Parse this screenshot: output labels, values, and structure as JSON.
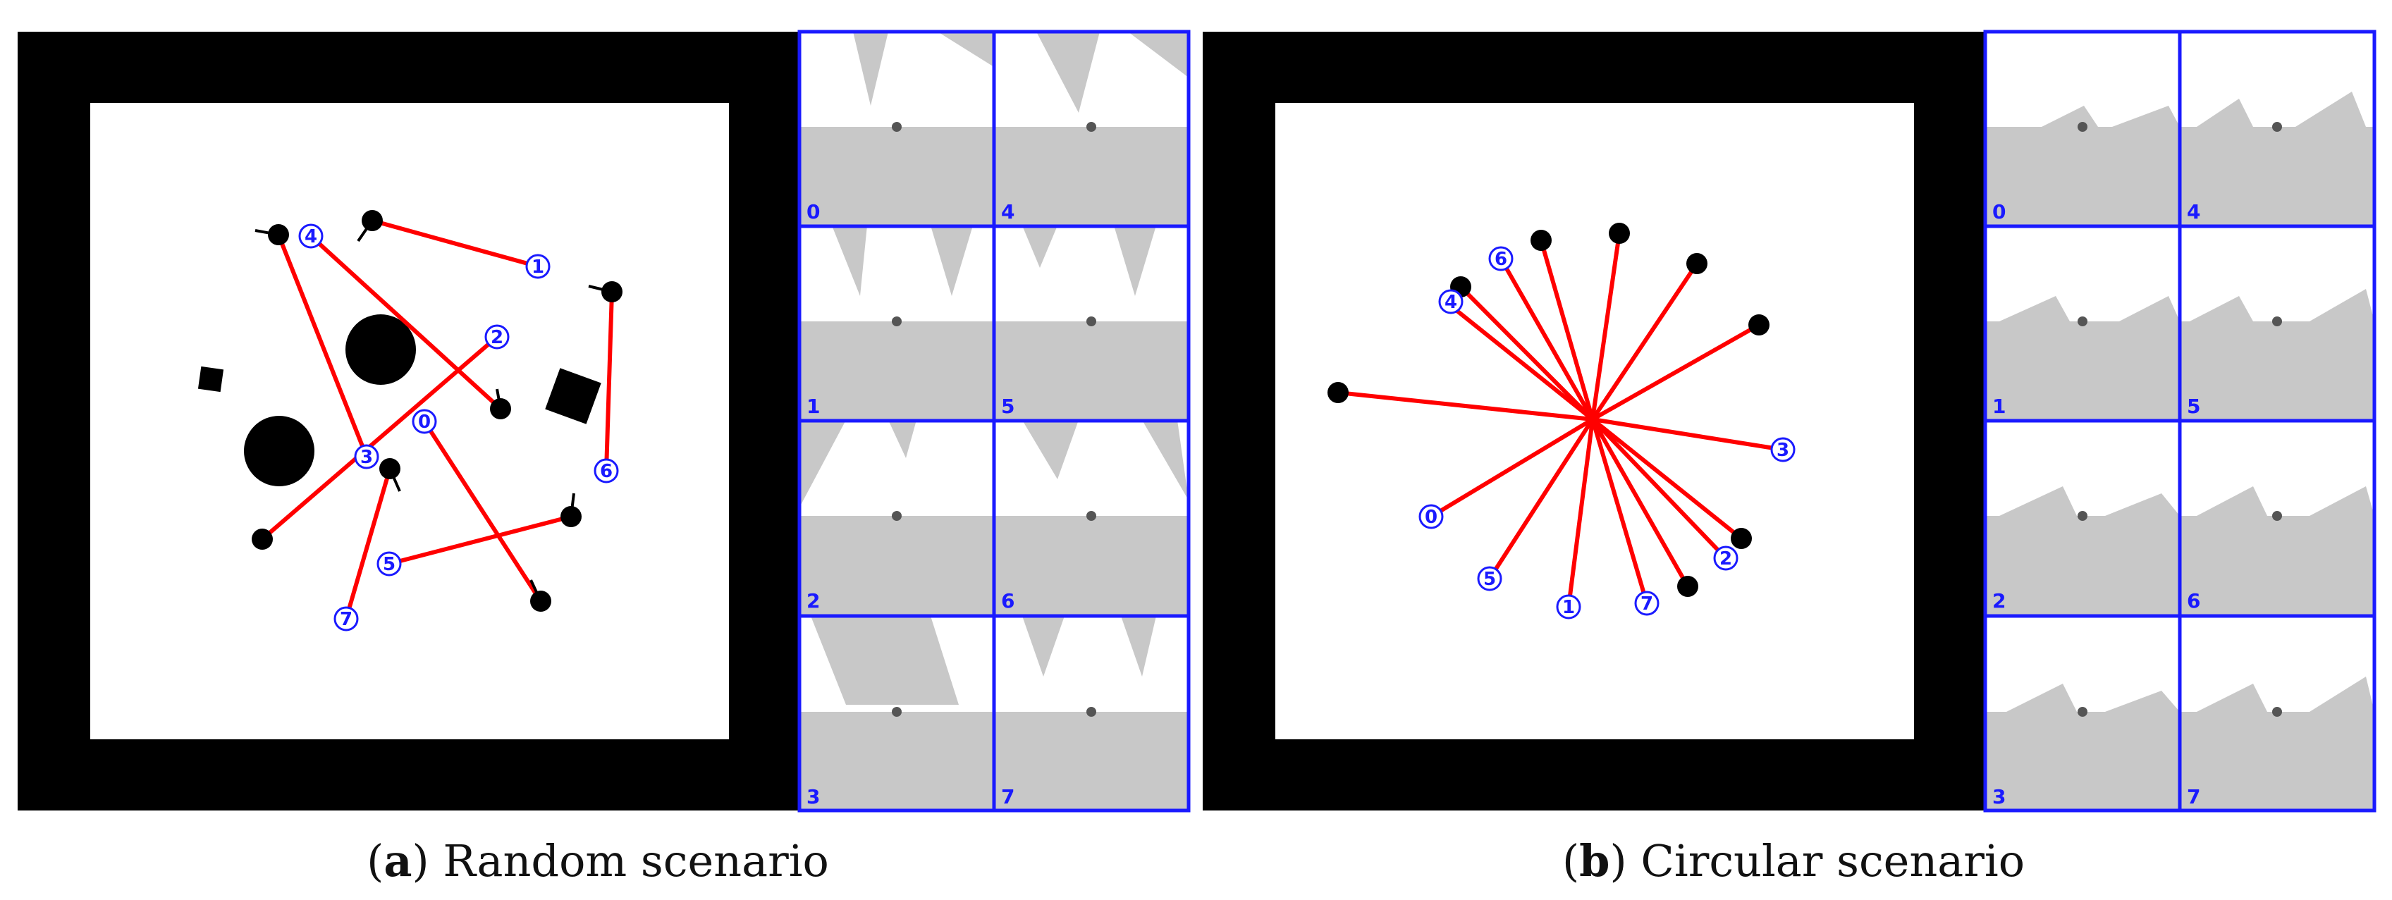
{
  "figure": {
    "panels": [
      {
        "letter": "a",
        "caption": "Random scenario",
        "robot_labels": [
          "0",
          "1",
          "2",
          "3",
          "4",
          "5",
          "6",
          "7"
        ],
        "view_labels": [
          "0",
          "4",
          "1",
          "5",
          "2",
          "6",
          "3",
          "7"
        ]
      },
      {
        "letter": "b",
        "caption": "Circular scenario",
        "robot_labels": [
          "0",
          "1",
          "2",
          "3",
          "4",
          "5",
          "6",
          "7"
        ],
        "view_labels": [
          "0",
          "4",
          "1",
          "5",
          "2",
          "6",
          "3",
          "7"
        ]
      }
    ]
  },
  "colors": {
    "wall": "#000000",
    "floor": "#ffffff",
    "path": "#ff0000",
    "label": "#1a1aff",
    "view_border": "#1a1aff",
    "view_floor": "#c8c8c8"
  }
}
